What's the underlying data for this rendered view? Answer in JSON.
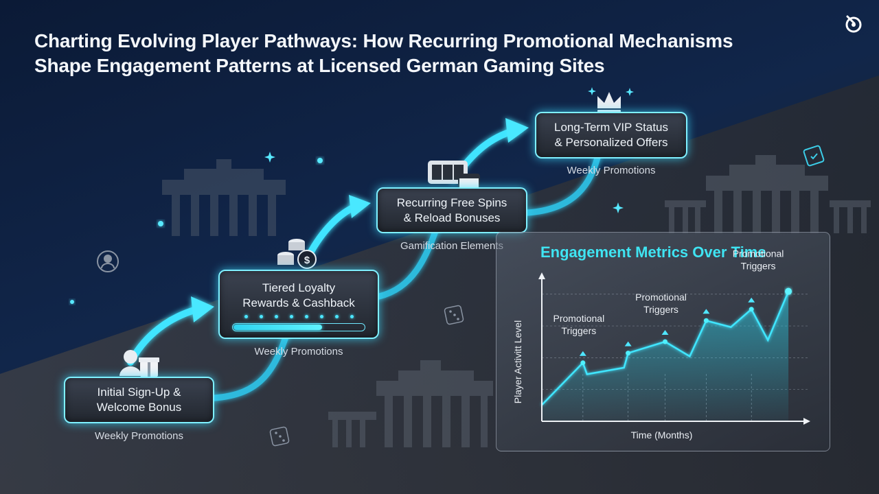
{
  "title": {
    "line1": "Charting Evolving Player Pathways: How Recurring Promotional Mechanisms",
    "line2": "Shape Engagement Patterns at Licensed German Gaming Sites"
  },
  "stages": [
    {
      "line1": "Initial Sign-Up &",
      "line2": "Welcome Bonus",
      "caption": "Weekly Promotions",
      "icon": "user-gift-icon"
    },
    {
      "line1": "Tiered Loyalty",
      "line2": "Rewards & Cashback",
      "caption": "Weekly Promotions",
      "icon": "coins-icon",
      "progress": 0.67
    },
    {
      "line1": "Recurring Free Spins",
      "line2": "& Reload Bonuses",
      "caption": "Gamification Elements",
      "icon": "slot-machine-icon"
    },
    {
      "line1": "Long-Term VIP Status",
      "line2": "& Personalized Offers",
      "caption": "Weekly Promotions",
      "icon": "crown-icon"
    }
  ],
  "colors": {
    "accent": "#3fe4f2",
    "glow": "#29c8f0"
  },
  "chart_data": {
    "type": "area",
    "title": "Engagement Metrics Over Time",
    "xlabel": "Time (Months)",
    "ylabel": "Player Activitt Level",
    "grid": true,
    "points": [
      [
        0,
        1.0
      ],
      [
        1,
        3.6
      ],
      [
        1.1,
        2.9
      ],
      [
        2,
        3.3
      ],
      [
        2.1,
        4.2
      ],
      [
        3,
        4.9
      ],
      [
        3.6,
        4.0
      ],
      [
        4,
        6.2
      ],
      [
        4.6,
        5.8
      ],
      [
        5.1,
        6.9
      ],
      [
        5.5,
        5.0
      ],
      [
        6,
        8.0
      ]
    ],
    "triggers": [
      1,
      2.1,
      3,
      4,
      5.1
    ],
    "annotations": [
      {
        "line1": "Promotional",
        "line2": "Triggers"
      },
      {
        "line1": "Promotional",
        "line2": "Triggers"
      },
      {
        "line1": "Promotional",
        "line2": "Triggers"
      }
    ]
  }
}
